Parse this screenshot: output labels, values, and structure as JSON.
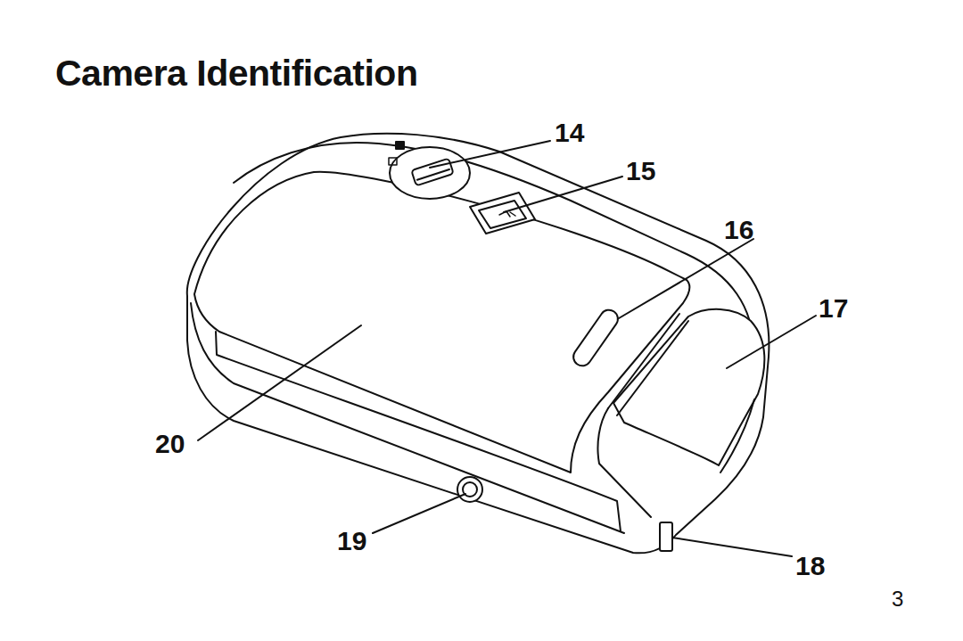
{
  "diagram": {
    "title": "Camera Identification",
    "labels": [
      "14",
      "15",
      "16",
      "17",
      "20",
      "19",
      "18",
      "3"
    ]
  }
}
